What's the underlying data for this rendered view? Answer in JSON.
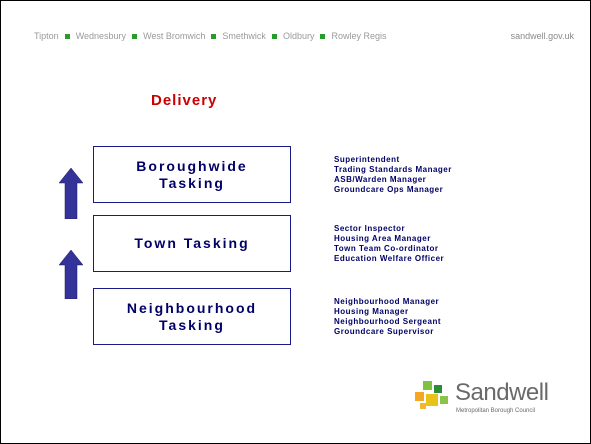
{
  "header": {
    "towns": [
      "Tipton",
      "Wednesbury",
      "West Bromwich",
      "Smethwick",
      "Oldbury",
      "Rowley Regis"
    ],
    "website": "sandwell.gov.uk"
  },
  "title": "Delivery",
  "levels": [
    {
      "line1": "Boroughwide",
      "line2": "Tasking",
      "roles": [
        "Superintendent",
        "Trading Standards Manager",
        "ASB/Warden Manager",
        "Groundcare Ops Manager"
      ]
    },
    {
      "line1": "Town Tasking",
      "line2": "",
      "roles": [
        "Sector Inspector",
        "Housing Area Manager",
        "Town Team Co-ordinator",
        "Education Welfare Officer"
      ]
    },
    {
      "line1": "Neighbourhood",
      "line2": "Tasking",
      "roles": [
        "Neighbourhood Manager",
        "Housing Manager",
        "Neighbourhood Sergeant",
        "Groundcare Supervisor"
      ]
    }
  ],
  "logo": {
    "name": "Sandwell",
    "subtitle": "Metropolitan Borough Council"
  },
  "colors": {
    "title": "#cc0000",
    "box_text": "#000066",
    "arrow": "#333399",
    "separator": "#2a9a2a"
  }
}
